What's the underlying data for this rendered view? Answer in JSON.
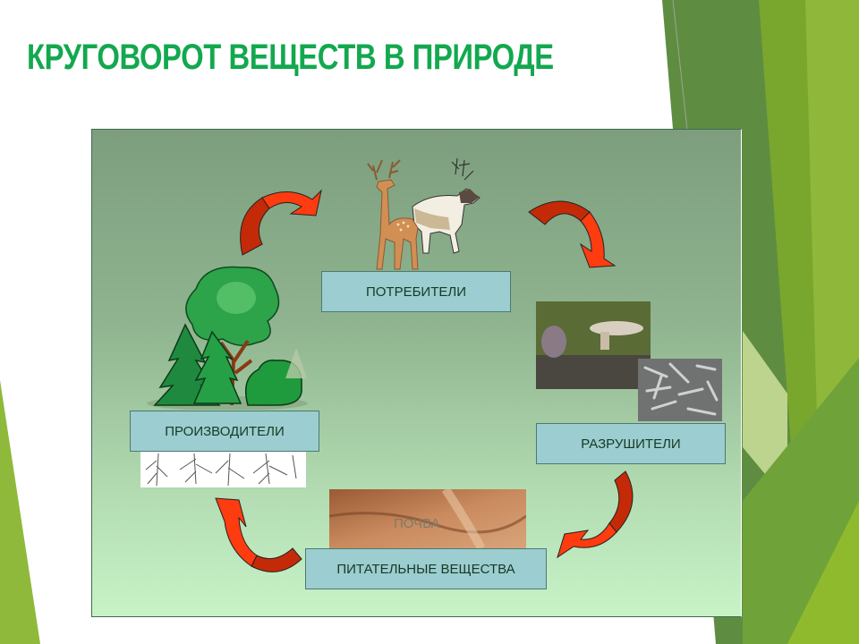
{
  "slide": {
    "title": "КРУГОВОРОТ ВЕЩЕСТВ В ПРИРОДЕ",
    "colors": {
      "title": "#13a84f",
      "panel_top": "#7d9e7e",
      "panel_bottom": "#c8f3c7",
      "label_fill": "#9ccdd0",
      "arrow_light": "#ff3b10",
      "arrow_dark": "#c42a08",
      "deco_dark_green": "#5b8c3e",
      "deco_light_green": "#8bb834"
    }
  },
  "diagram": {
    "nodes": {
      "consumers": {
        "label": "ПОТРЕБИТЕЛИ",
        "image": "deer-icon"
      },
      "producers": {
        "label": "ПРОИЗВОДИТЕЛИ",
        "image": "trees-icon"
      },
      "decomposers": {
        "label": "РАЗРУШИТЕЛИ",
        "image": "mushroom-bacteria-icon"
      },
      "nutrients": {
        "label": "ПИТАТЕЛЬНЫЕ ВЕЩЕСТВА",
        "image": "soil-icon",
        "image_caption": "ПОЧВА"
      }
    },
    "cycle": [
      "ПРОИЗВОДИТЕЛИ",
      "ПОТРЕБИТЕЛИ",
      "РАЗРУШИТЕЛИ",
      "ПИТАТЕЛЬНЫЕ ВЕЩЕСТВА"
    ]
  }
}
